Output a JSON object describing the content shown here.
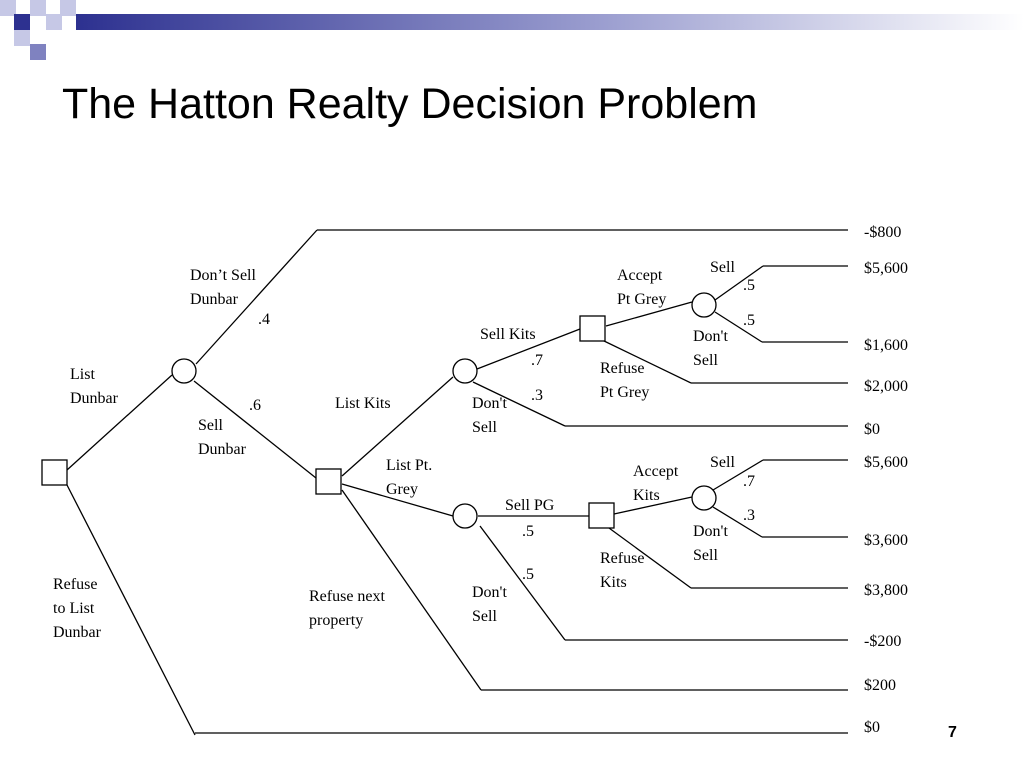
{
  "slide": {
    "title": "The Hatton Realty Decision Problem",
    "page_number": "7",
    "colors": {
      "deco_dark": "#2d3190",
      "deco_mid": "#7f82c0",
      "deco_light": "#c6c8e6",
      "line": "#000000"
    }
  },
  "tree": {
    "branches": {
      "list_dunbar": [
        "List",
        "Dunbar"
      ],
      "refuse_dunbar": [
        "Refuse",
        "to List",
        "Dunbar"
      ],
      "dont_sell_dunbar": [
        "Don’t Sell",
        "Dunbar"
      ],
      "sell_dunbar": [
        "Sell",
        "Dunbar"
      ],
      "list_kits": "List Kits",
      "list_pt_grey": [
        "List Pt.",
        "Grey"
      ],
      "refuse_next": [
        "Refuse next",
        "property"
      ],
      "sell_kits": "Sell Kits",
      "dont_sell_kits": [
        "Don't",
        "Sell"
      ],
      "accept_pt_grey": [
        "Accept",
        "Pt Grey"
      ],
      "refuse_pt_grey": [
        "Refuse",
        "Pt Grey"
      ],
      "sell_pg_upper": "Sell",
      "dont_sell_pg_upper": [
        "Don't",
        "Sell"
      ],
      "sell_pg": "Sell PG",
      "dont_sell_pg": [
        "Don't",
        "Sell"
      ],
      "accept_kits": [
        "Accept",
        "Kits"
      ],
      "refuse_kits": [
        "Refuse",
        "Kits"
      ],
      "sell_kits_lower": "Sell",
      "dont_sell_kits_lower": [
        "Don't",
        "Sell"
      ]
    },
    "probabilities": {
      "dont_sell_dunbar": ".4",
      "sell_dunbar": ".6",
      "sell_kits": ".7",
      "dont_sell_kits": ".3",
      "sell_pg_upper": ".5",
      "dont_sell_pg_upper": ".5",
      "sell_pg": ".5",
      "dont_sell_pg": ".5",
      "sell_kits_lower": ".7",
      "dont_sell_kits_lower": ".3"
    },
    "payoffs": [
      "-$800",
      "$5,600",
      "$1,600",
      "$2,000",
      "$0",
      "$5,600",
      "$3,600",
      "$3,800",
      "-$200",
      "$200",
      "$0"
    ]
  }
}
